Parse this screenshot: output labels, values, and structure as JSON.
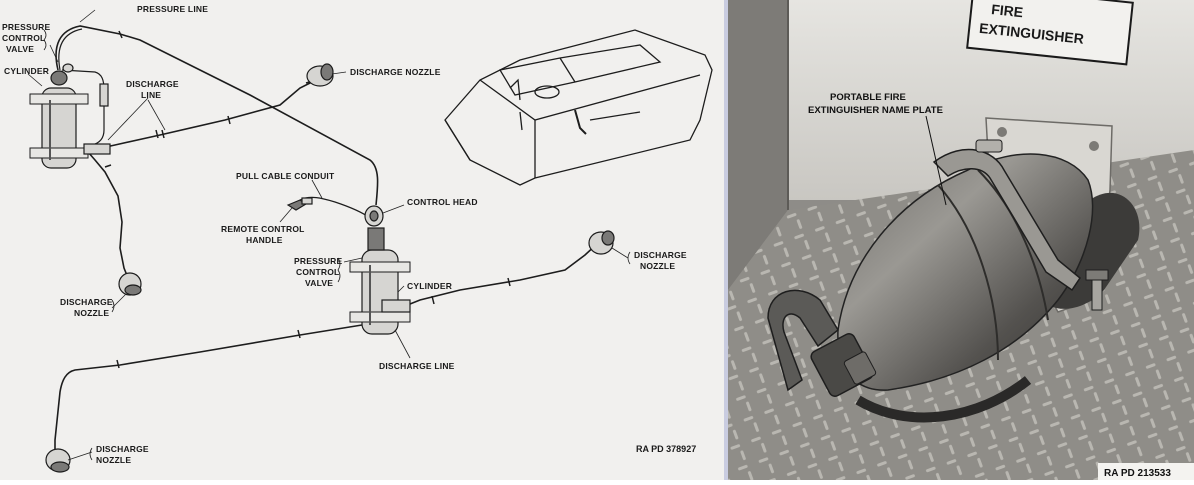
{
  "diagram": {
    "labels": {
      "pressure_line": "PRESSURE LINE",
      "pcv_top_1": "PRESSURE",
      "pcv_top_2": "CONTROL",
      "pcv_top_3": "VALVE",
      "cylinder_top": "CYLINDER",
      "discharge_line_top_1": "DISCHARGE",
      "discharge_line_top_2": "LINE",
      "discharge_nozzle_top": "DISCHARGE NOZZLE",
      "pull_cable_conduit": "PULL CABLE CONDUIT",
      "control_head": "CONTROL HEAD",
      "remote_handle_1": "REMOTE CONTROL",
      "remote_handle_2": "HANDLE",
      "pcv_mid_1": "PRESSURE",
      "pcv_mid_2": "CONTROL",
      "pcv_mid_3": "VALVE",
      "cylinder_mid": "CYLINDER",
      "discharge_nozzle_right_1": "DISCHARGE",
      "discharge_nozzle_right_2": "NOZZLE",
      "discharge_nozzle_left_1": "DISCHARGE",
      "discharge_nozzle_left_2": "NOZZLE",
      "discharge_line_bottom": "DISCHARGE LINE",
      "discharge_nozzle_bottom_1": "DISCHARGE",
      "discharge_nozzle_bottom_2": "NOZZLE",
      "ref_left": "RA PD 378927"
    }
  },
  "photo": {
    "sign_line_1": "FIRE",
    "sign_line_2": "EXTINGUISHER",
    "callout_1": "PORTABLE FIRE",
    "callout_2": "EXTINGUISHER NAME PLATE",
    "ref_right": "RA  PD  213533"
  }
}
